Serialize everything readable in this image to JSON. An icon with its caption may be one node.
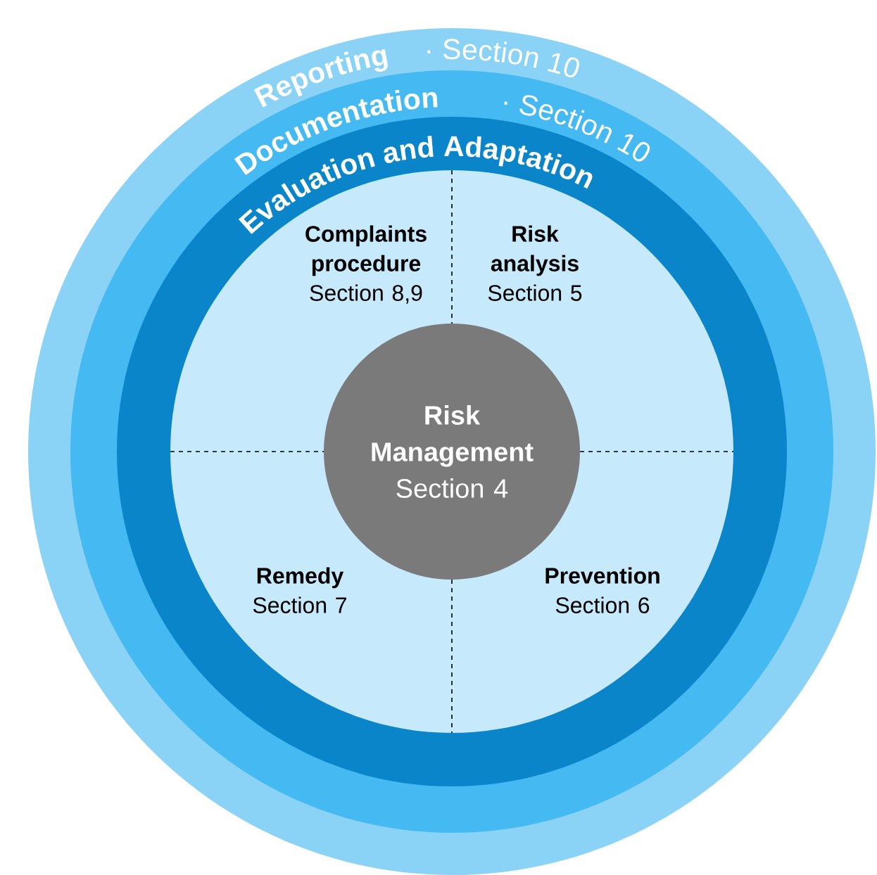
{
  "diagram": {
    "nodes": [
      {
        "text": [
          "Reporting",
          "· Section 10"
        ]
      },
      {
        "text": [
          "Documentation",
          "· Section 10"
        ],
        "in": 0
      },
      {
        "text": [
          "Evaluation and Adaptation"
        ],
        "in": 1
      },
      {
        "text": [
          "Risk Management",
          "Section 4"
        ],
        "in": 2
      }
    ],
    "labels": [
      "Complaints procedure",
      "Section 8,9",
      "Risk analysis",
      "Section 5",
      "Remedy",
      "Section 7",
      "Prevention",
      "Section 6"
    ]
  }
}
